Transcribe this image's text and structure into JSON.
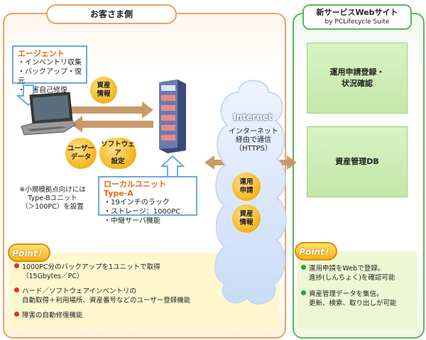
{
  "customer": {
    "header": "お客さま側",
    "agent": {
      "title": "エージェント",
      "items": [
        "・インベントリ収集",
        "・バックアップ・復元",
        "・障害自己修復"
      ]
    },
    "bubbles": {
      "asset_info": [
        "資産",
        "情報"
      ],
      "user_data": [
        "ユーザー",
        "データ"
      ],
      "software_settings": [
        "ソフトウェア",
        "設定"
      ]
    },
    "local_unit": {
      "title": "ローカルユニット Type-A",
      "items": [
        "・19インチのラック",
        "・ストレージ：1000PC",
        "・中継サーバ機能"
      ]
    },
    "note": [
      "※小規模拠点向けには",
      "Type-Bユニット",
      "（＞100PC）を設置"
    ],
    "point_label": "Point！",
    "points": [
      [
        "1000PC分のバックアップを1ユニットで取得",
        "（15Gbytes／PC）"
      ],
      [
        "ハード／ソフトウェアインベントリの",
        "自動取得＋利用場所、資産番号などのユーザー登録機能"
      ],
      [
        "障害の自動修復機能"
      ]
    ]
  },
  "internet": {
    "title": "Internet",
    "desc": [
      "インターネット",
      "経由で通信",
      "（HTTPS）"
    ],
    "bubbles": {
      "operation_request": [
        "運用",
        "申請"
      ],
      "asset_info": [
        "資産",
        "情報"
      ]
    }
  },
  "service": {
    "header_line1": "新サービスWebサイト",
    "header_line2": "by PCLifecycle Suite",
    "box1": [
      "運用申請登録・",
      "状況確認"
    ],
    "box2": "資産管理DB",
    "point_label": "Point！",
    "points": [
      [
        "運用申請をWebで登録。",
        "進捗(しんちょく)を確認可能"
      ],
      [
        "資産管理データを集信。",
        "更新、検索、取り出しが可能"
      ]
    ]
  },
  "colors": {
    "customer_border": "#f0a060",
    "service_border": "#5cb85c",
    "arrow": "#c89a6a",
    "bubble": "#f3b51c"
  }
}
